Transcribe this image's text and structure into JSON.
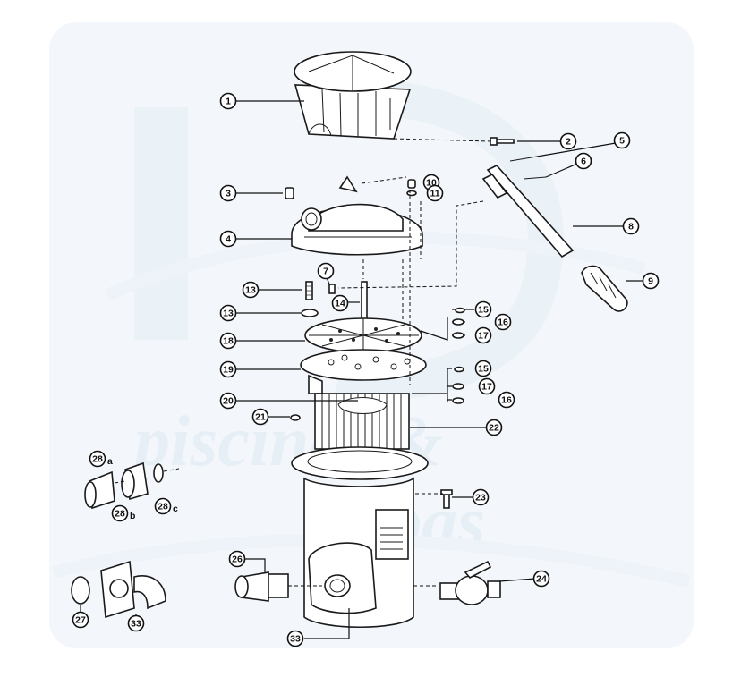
{
  "watermark": {
    "line1": "piscines &",
    "line2": "spas",
    "color": "#e6eef6"
  },
  "callouts": [
    {
      "id": "c1",
      "label": "1"
    },
    {
      "id": "c2",
      "label": "2"
    },
    {
      "id": "c3",
      "label": "3"
    },
    {
      "id": "c4",
      "label": "4"
    },
    {
      "id": "c5",
      "label": "5"
    },
    {
      "id": "c6",
      "label": "6"
    },
    {
      "id": "c7",
      "label": "7"
    },
    {
      "id": "c8",
      "label": "8"
    },
    {
      "id": "c9",
      "label": "9"
    },
    {
      "id": "c10",
      "label": "10"
    },
    {
      "id": "c11",
      "label": "11"
    },
    {
      "id": "c13a",
      "label": "13"
    },
    {
      "id": "c13b",
      "label": "13"
    },
    {
      "id": "c14",
      "label": "14"
    },
    {
      "id": "c15a",
      "label": "15"
    },
    {
      "id": "c15b",
      "label": "15"
    },
    {
      "id": "c16a",
      "label": "16"
    },
    {
      "id": "c16b",
      "label": "16"
    },
    {
      "id": "c17a",
      "label": "17"
    },
    {
      "id": "c17b",
      "label": "17"
    },
    {
      "id": "c18",
      "label": "18"
    },
    {
      "id": "c19",
      "label": "19"
    },
    {
      "id": "c20",
      "label": "20"
    },
    {
      "id": "c21",
      "label": "21"
    },
    {
      "id": "c22",
      "label": "22"
    },
    {
      "id": "c23",
      "label": "23"
    },
    {
      "id": "c24",
      "label": "24"
    },
    {
      "id": "c26",
      "label": "26"
    },
    {
      "id": "c27",
      "label": "27"
    },
    {
      "id": "c28a",
      "label": "28",
      "suffix": "a"
    },
    {
      "id": "c28b",
      "label": "28",
      "suffix": "b"
    },
    {
      "id": "c28c",
      "label": "28",
      "suffix": "c"
    },
    {
      "id": "c33a",
      "label": "33"
    },
    {
      "id": "c33b",
      "label": "33"
    }
  ]
}
